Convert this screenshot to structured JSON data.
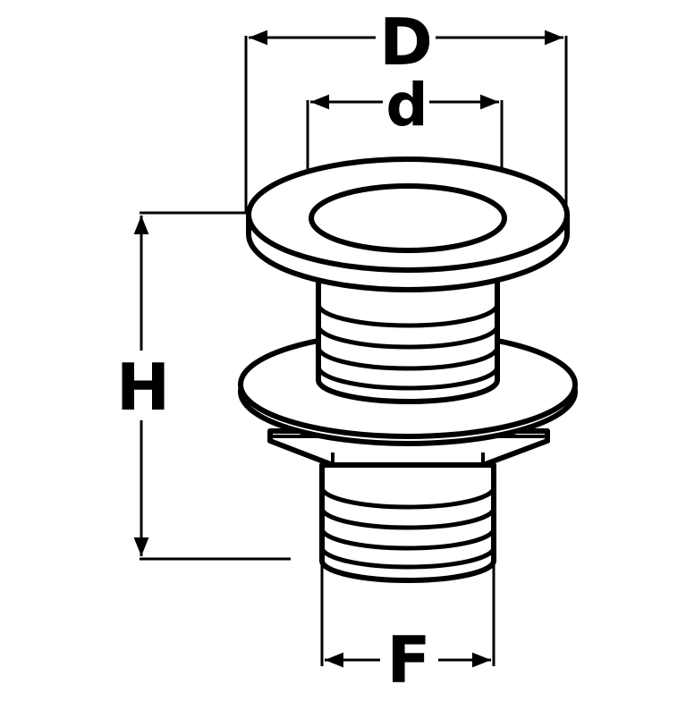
{
  "dimensions": {
    "outer_diameter": "D",
    "inner_diameter": "d",
    "height": "H",
    "thread": "F"
  },
  "colors": {
    "line": "#000000",
    "background": "#ffffff"
  }
}
